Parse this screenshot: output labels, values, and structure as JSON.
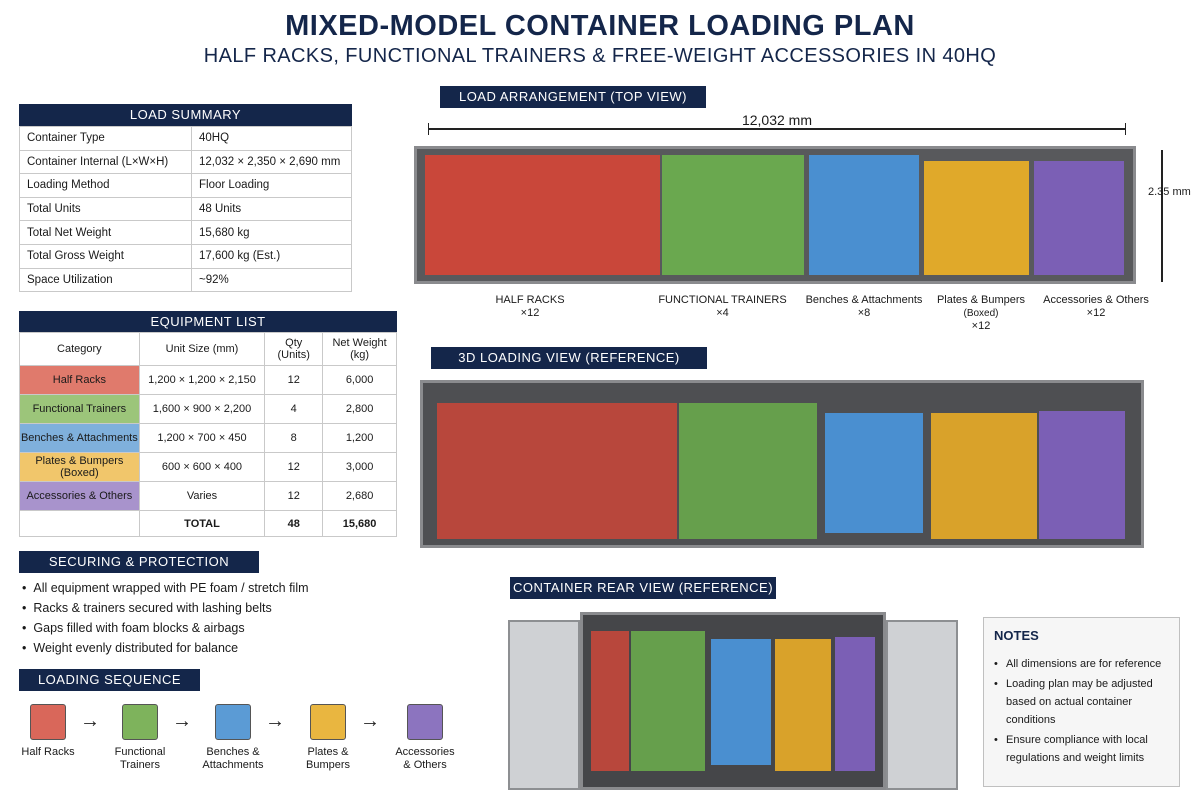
{
  "title": "MIXED-MODEL CONTAINER LOADING PLAN",
  "subtitle": "HALF RACKS, FUNCTIONAL TRAINERS & FREE-WEIGHT ACCESSORIES IN 40HQ",
  "load_summary": {
    "header": "LOAD SUMMARY",
    "rows": [
      {
        "label": "Container Type",
        "value": "40HQ"
      },
      {
        "label": "Container Internal (L×W×H)",
        "value": "12,032 × 2,350 × 2,690 mm"
      },
      {
        "label": "Loading Method",
        "value": "Floor Loading"
      },
      {
        "label": "Total Units",
        "value": "48 Units"
      },
      {
        "label": "Total Net Weight",
        "value": "15,680 kg"
      },
      {
        "label": "Total Gross Weight",
        "value": "17,600 kg (Est.)"
      },
      {
        "label": "Space Utilization",
        "value": "~92%"
      }
    ]
  },
  "equipment_list": {
    "header": "EQUIPMENT LIST",
    "columns": [
      "Category",
      "Unit Size (mm)",
      "Qty\n(Units)",
      "Net Weight\n(kg)"
    ],
    "rows": [
      {
        "category": "Half Racks",
        "size": "1,200 × 1,200 × 2,150",
        "qty": "12",
        "weight": "6,000",
        "color": "#e07a6c"
      },
      {
        "category": "Functional Trainers",
        "size": "1,600 × 900 × 2,200",
        "qty": "4",
        "weight": "2,800",
        "color": "#9cc57a"
      },
      {
        "category": "Benches & Attachments",
        "size": "1,200 × 700 × 450",
        "qty": "8",
        "weight": "1,200",
        "color": "#7fb0dc"
      },
      {
        "category": "Plates & Bumpers (Boxed)",
        "size": "600 × 600 × 400",
        "qty": "12",
        "weight": "3,000",
        "color": "#f1c66b"
      },
      {
        "category": "Accessories & Others",
        "size": "Varies",
        "qty": "12",
        "weight": "2,680",
        "color": "#a893cc"
      }
    ],
    "total": {
      "label": "TOTAL",
      "qty": "48",
      "weight": "15,680"
    }
  },
  "securing": {
    "header": "SECURING & PROTECTION",
    "items": [
      "All equipment wrapped with PE foam / stretch film",
      "Racks & trainers secured with lashing belts",
      "Gaps filled with foam blocks & airbags",
      "Weight evenly distributed for balance"
    ]
  },
  "loading_sequence": {
    "header": "LOADING SEQUENCE",
    "steps": [
      {
        "label": "Half Racks",
        "color": "#d9675a"
      },
      {
        "label": "Functional\nTrainers",
        "color": "#7eb35c"
      },
      {
        "label": "Benches &\nAttachments",
        "color": "#5b9bd5"
      },
      {
        "label": "Plates &\nBumpers",
        "color": "#e9b640"
      },
      {
        "label": "Accessories\n& Others",
        "color": "#8c74bf"
      }
    ],
    "arrow": "→"
  },
  "load_arrangement": {
    "header": "LOAD ARRANGEMENT (TOP VIEW)",
    "length": "12,032 mm",
    "height": "2.35 mm",
    "labels": [
      {
        "name": "HALF RACKS",
        "qty": "×12"
      },
      {
        "name": "FUNCTIONAL TRAINERS",
        "qty": "×4"
      },
      {
        "name": "Benches & Attachments",
        "qty": "×8"
      },
      {
        "name": "Plates & Bumpers",
        "sub": "(Boxed)",
        "qty": "×12"
      },
      {
        "name": "Accessories & Others",
        "qty": "×12"
      }
    ]
  },
  "loading_3d": {
    "header": "3D LOADING VIEW (REFERENCE)"
  },
  "rear_view": {
    "header": "CONTAINER REAR VIEW (REFERENCE)"
  },
  "notes": {
    "title": "NOTES",
    "items": [
      "All dimensions are for reference",
      "Loading plan may be adjusted based on actual container conditions",
      "Ensure compliance with local regulations and weight limits"
    ]
  },
  "colors": {
    "navy": "#14264a",
    "rack": "#c9473a",
    "trainer": "#6aa84f",
    "bench": "#4a8fd0",
    "plate": "#e0a92a",
    "accessory": "#7b5fb5"
  }
}
